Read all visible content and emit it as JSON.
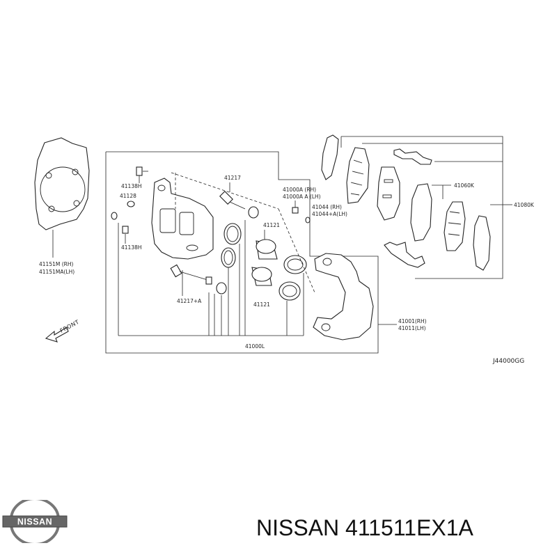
{
  "labels": {
    "bracket_main": "41151M  (RH)",
    "bracket_alt": "41151MA(LH)",
    "bleeder_top": "41138H",
    "cap": "41128",
    "bleeder_bottom": "41138H",
    "pin_top": "41217",
    "pin_bottom": "41217+A",
    "piston_top": "41121",
    "piston_bottom": "41121",
    "caliper_asm": "41000L",
    "caliper_rh": "41000A (RH)",
    "caliper_lh": "41000A A (LH)",
    "bolt_rh": "41044 (RH)",
    "bolt_lh": "41044+A(LH)",
    "pad_kit": "41060K",
    "shim_kit": "41080K",
    "support_rh": "41001(RH)",
    "support_lh": "41011(LH)",
    "front": "FRONT",
    "diagram_id": "J44000GG"
  },
  "footer": {
    "brand": "NISSAN",
    "title": "NISSAN 411511EX1A"
  }
}
